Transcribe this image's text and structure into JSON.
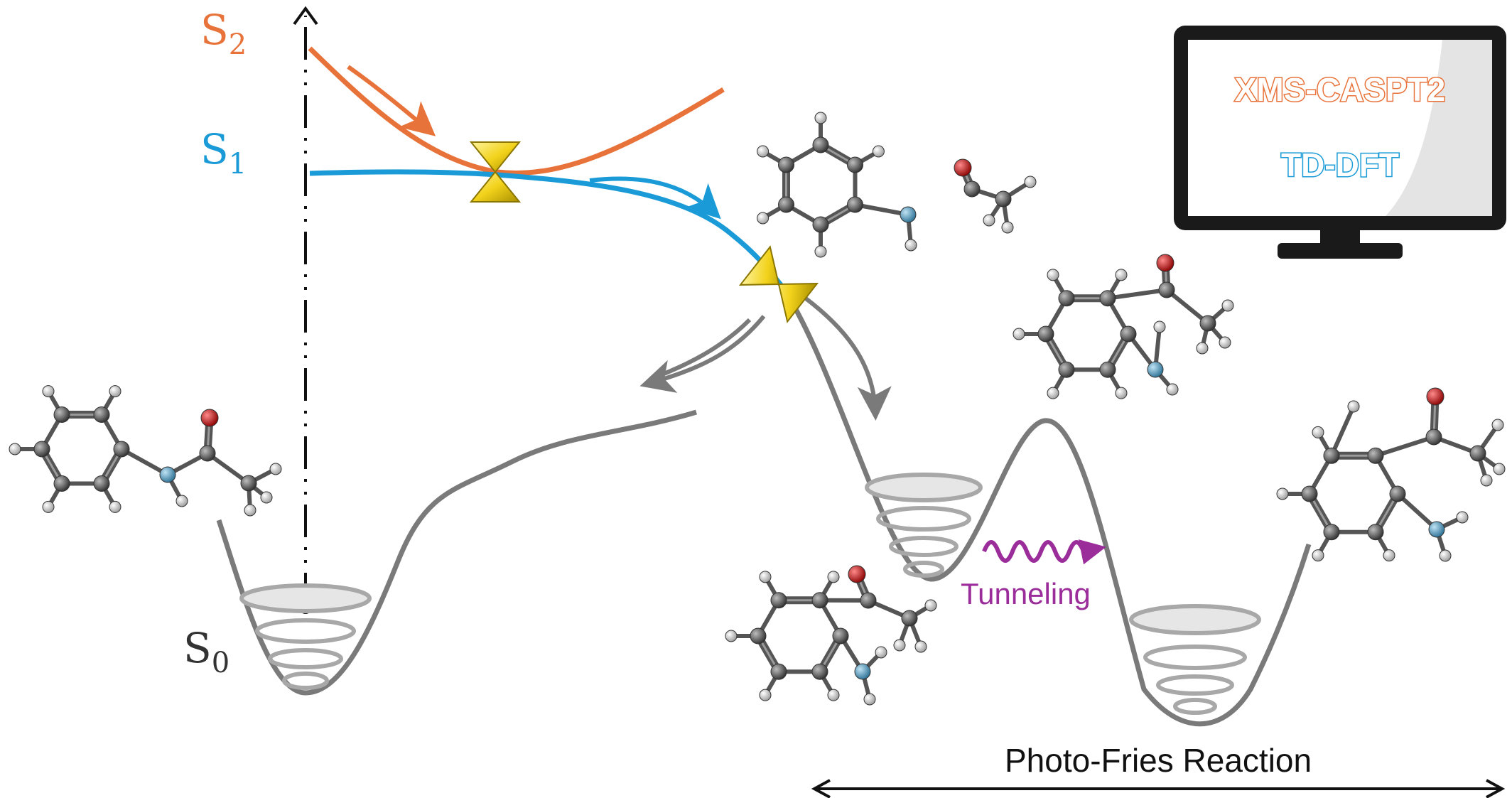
{
  "labels": {
    "s2": {
      "main": "S",
      "sub": "2"
    },
    "s1": {
      "main": "S",
      "sub": "1"
    },
    "s0": {
      "main": "S",
      "sub": "0"
    }
  },
  "monitor": {
    "line1": "XMS-CASPT2",
    "line2": "TD-DFT"
  },
  "tunneling": "Tunneling",
  "reaction": "Photo-Fries Reaction",
  "colors": {
    "s2": "#e8733a",
    "s1": "#1a9bd7",
    "s0": "#7a7a7a",
    "tunneling": "#9b2d9b",
    "ci": "#f2d21b",
    "monitor": "#1a1a1a",
    "carbon": "#5a5a5a",
    "hydrogen": "#e8e8e8",
    "nitrogen": "#4f9ec4",
    "oxygen": "#d41515"
  }
}
